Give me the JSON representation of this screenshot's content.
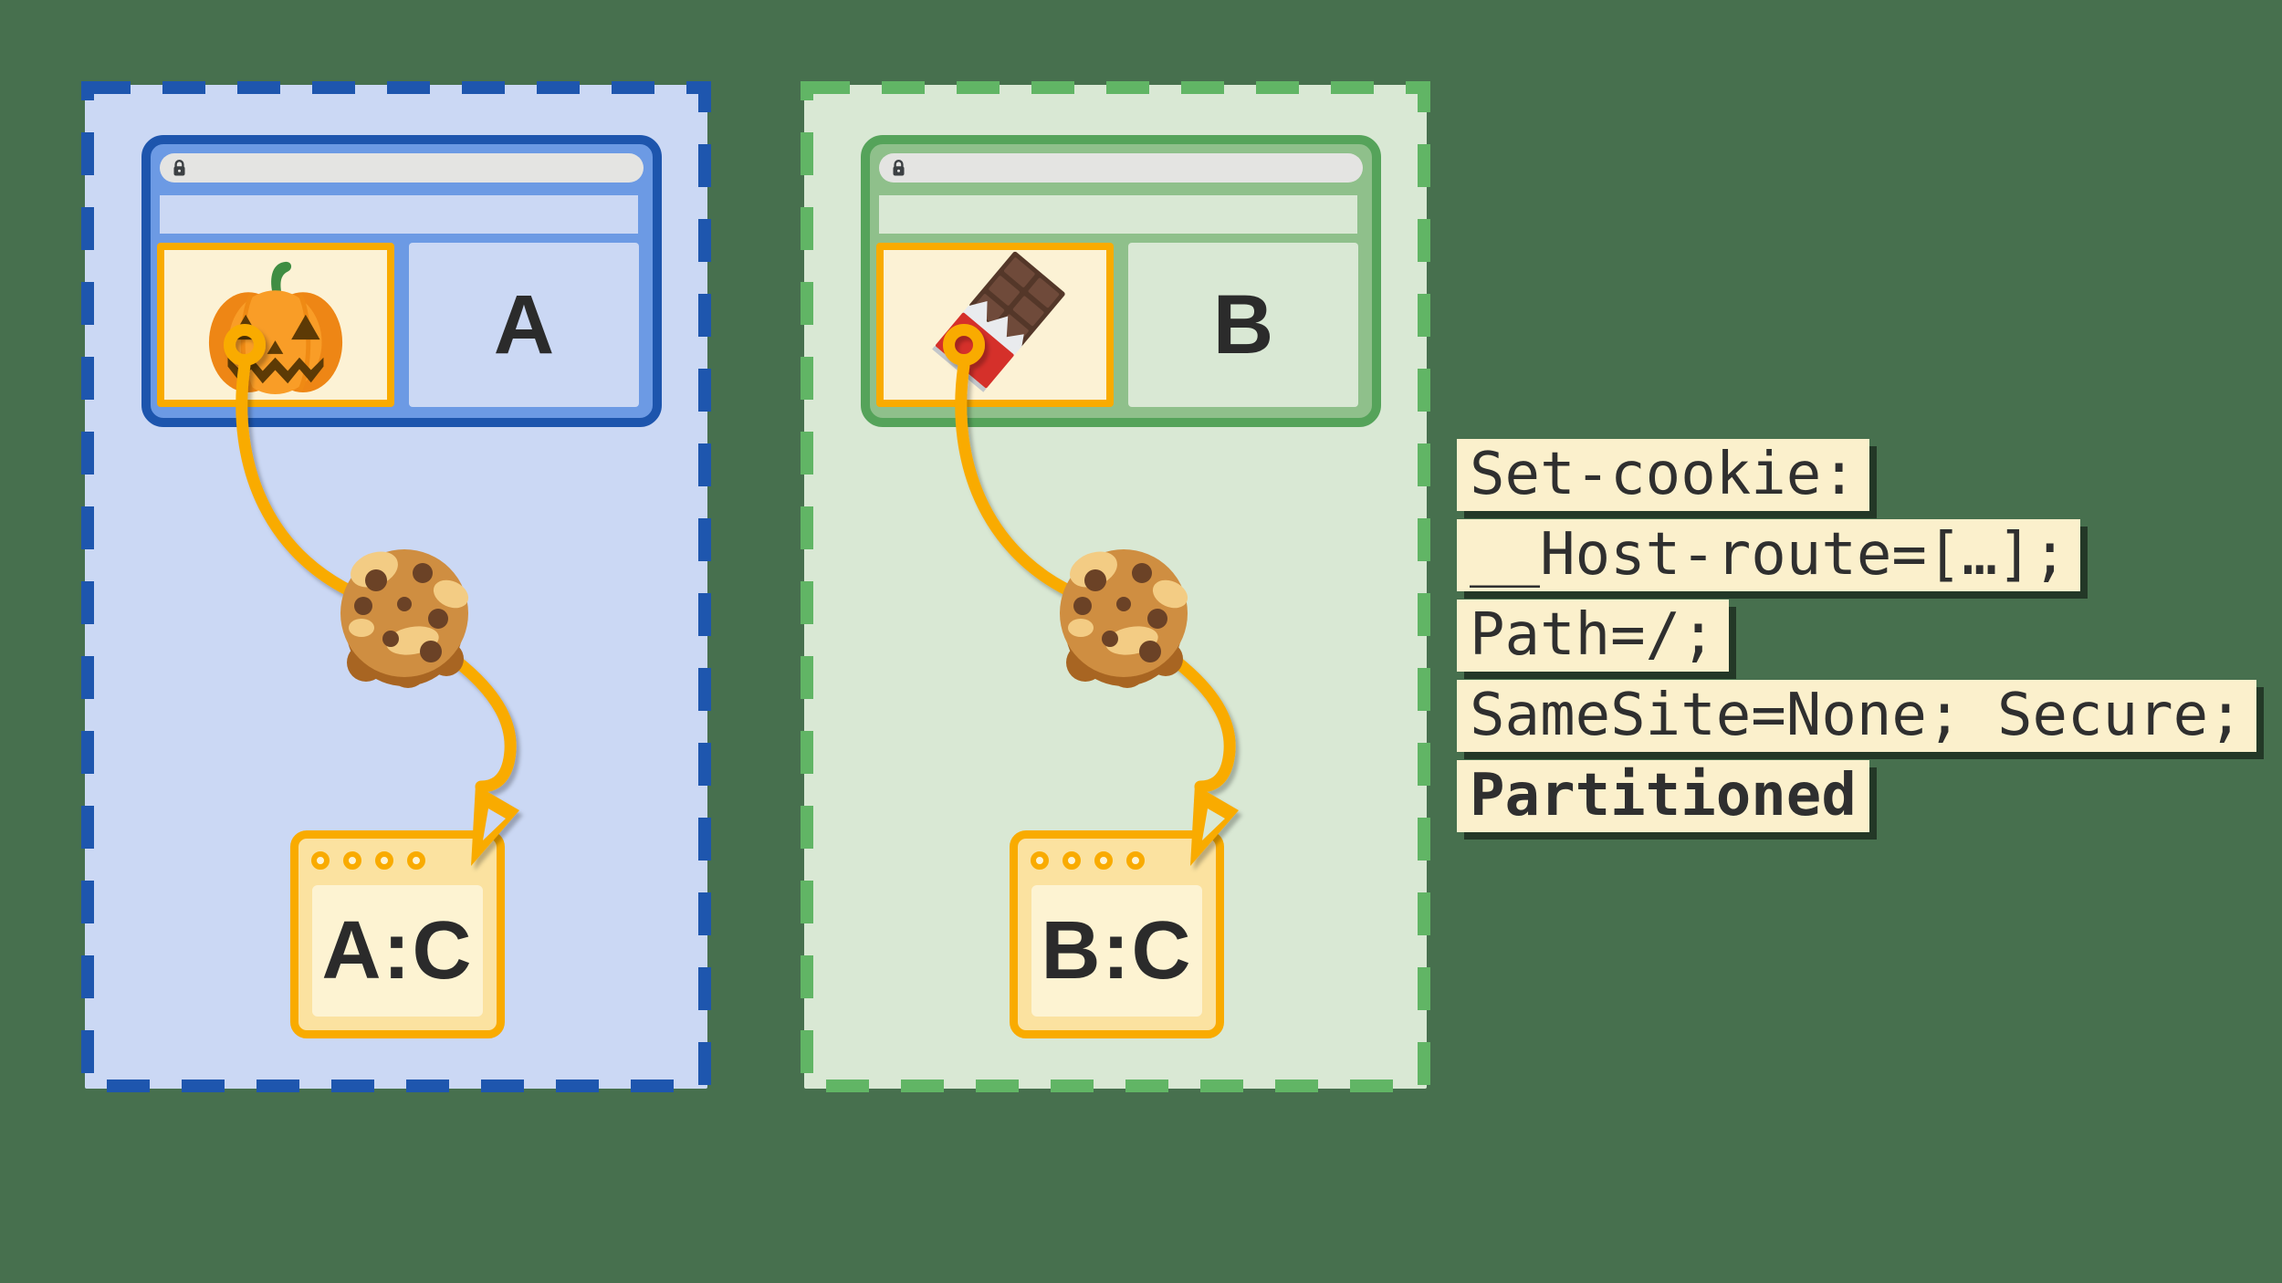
{
  "partitions": [
    {
      "site": "A",
      "top_site_label": "A",
      "embedded_item": "pumpkin-icon",
      "partition_key_label": "A:C",
      "theme_color": "#1e56ae",
      "fill_color": "#cbd8f4"
    },
    {
      "site": "B",
      "top_site_label": "B",
      "embedded_item": "chocolate-bar-icon",
      "partition_key_label": "B:C",
      "theme_color": "#61b565",
      "fill_color": "#d9e8d4"
    }
  ],
  "code_block": {
    "lines": [
      {
        "text": "Set-cookie:",
        "bold": false
      },
      {
        "text": "__Host-route=[…];",
        "bold": false
      },
      {
        "text": "Path=/;",
        "bold": false
      },
      {
        "text": "SameSite=None; Secure;",
        "bold": false
      },
      {
        "text": "Partitioned",
        "bold": true
      }
    ],
    "background": "#fbf0cc",
    "text_color": "#2f2f2f"
  },
  "colors": {
    "page_background": "#47704e",
    "accent_orange": "#f9ab00",
    "iframe_fill": "#fcf2d5",
    "jar_fill": "#fbe2a0",
    "jar_inner_fill": "#fdf3d2",
    "urlbar_fill": "#e4e4e2",
    "blue_window": "#6c9ae4",
    "green_window": "#8fc08b"
  }
}
